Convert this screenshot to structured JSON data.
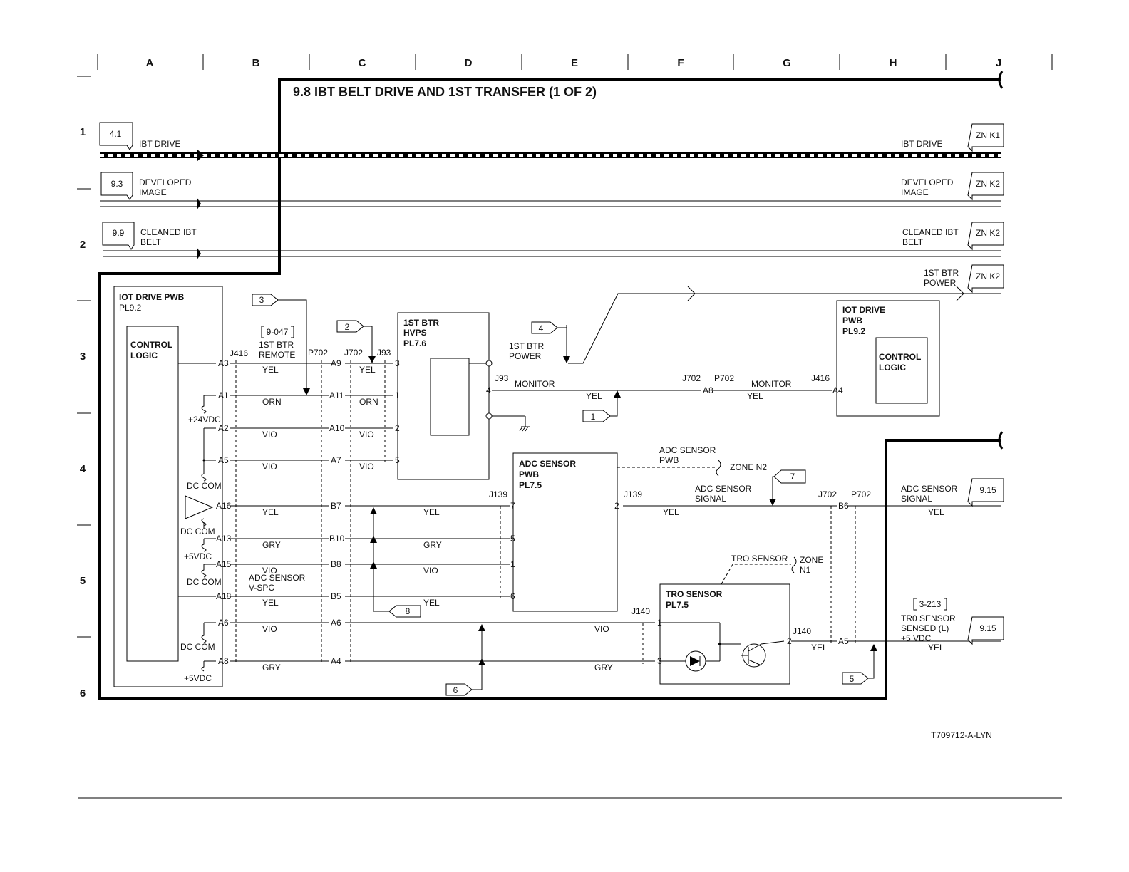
{
  "title": "9.8 IBT BELT DRIVE AND 1ST TRANSFER (1 OF 2)",
  "doc_id": "T709712-A-LYN",
  "columns": [
    "A",
    "B",
    "C",
    "D",
    "E",
    "F",
    "G",
    "H",
    "J"
  ],
  "rows": [
    "1",
    "2",
    "3",
    "4",
    "5",
    "6"
  ],
  "flags": [
    "4.1",
    "9.3",
    "9.9",
    "ZN K1",
    "ZN K2",
    "ZN K2",
    "ZN K2",
    "9.15",
    "9.15"
  ],
  "signals": {
    "ibt_drive": "IBT  DRIVE",
    "developed_1": "DEVELOPED",
    "developed_2": "IMAGE",
    "cleaned_1": "CLEANED IBT",
    "cleaned_2": "BELT",
    "btr_power_1": "1ST BTR",
    "btr_power_2": "POWER",
    "monitor": "MONITOR",
    "adc_signal_1": "ADC SENSOR",
    "adc_signal_2": "SIGNAL",
    "tro_sensed_1": "TR0 SENSOR",
    "tro_sensed_2": "SENSED (L)",
    "tro_sensed_3": "+5 VDC"
  },
  "blocks": {
    "iot_drive_1": "IOT DRIVE PWB",
    "iot_drive_2": "PL9.2",
    "control_1": "CONTROL",
    "control_2": "LOGIC",
    "hvps_1": "1ST BTR",
    "hvps_2": "HVPS",
    "hvps_3": "PL7.6",
    "iot2_1": "IOT DRIVE",
    "iot2_2": "PWB",
    "iot2_3": "PL9.2",
    "adc_1": "ADC SENSOR",
    "adc_2": "PWB",
    "adc_3": "PL7.5",
    "adc_ref_1": "ADC SENSOR",
    "adc_ref_2": "PWB",
    "zone_n2": "ZONE N2",
    "tro_1": "TRO SENSOR",
    "tro_2": "PL7.5",
    "tro_ref": "TRO SENSOR",
    "zone_n1_1": "ZONE",
    "zone_n1_2": "N1"
  },
  "refs": {
    "remote_ref": "9-047",
    "remote_1": "1ST BTR",
    "remote_2": "REMOTE",
    "tro_ref2": "3-213"
  },
  "callouts": [
    "1",
    "2",
    "3",
    "4",
    "5",
    "6",
    "7",
    "8"
  ],
  "connectors": {
    "j416": "J416",
    "p702": "P702",
    "j702": "J702",
    "j93": "J93",
    "j139": "J139",
    "j140": "J140"
  },
  "pins_left": [
    "A3",
    "A1",
    "A2",
    "A5",
    "A16",
    "A13",
    "A15",
    "A18",
    "A6",
    "A8"
  ],
  "pins_mid": [
    "A9",
    "A11",
    "A10",
    "A7",
    "B7",
    "B10",
    "B8",
    "B5",
    "A6",
    "A4"
  ],
  "hvps_pins": [
    "3",
    "1",
    "2",
    "5",
    "4"
  ],
  "adc_pins": [
    "7",
    "5",
    "1",
    "6",
    "2"
  ],
  "tro_pins": [
    "1",
    "3",
    "2"
  ],
  "wire_colors": [
    "YEL",
    "ORN",
    "VIO",
    "VIO",
    "YEL",
    "GRY",
    "VIO",
    "YEL",
    "VIO",
    "GRY"
  ],
  "power": [
    "+24VDC",
    "DC COM",
    "DC COM",
    "+5VDC",
    "DC COM",
    "DC COM",
    "+5VDC"
  ],
  "adc_vspc_1": "ADC SENSOR",
  "adc_vspc_2": "V-SPC",
  "right_pins": [
    "A8",
    "A4",
    "B6",
    "A5"
  ]
}
